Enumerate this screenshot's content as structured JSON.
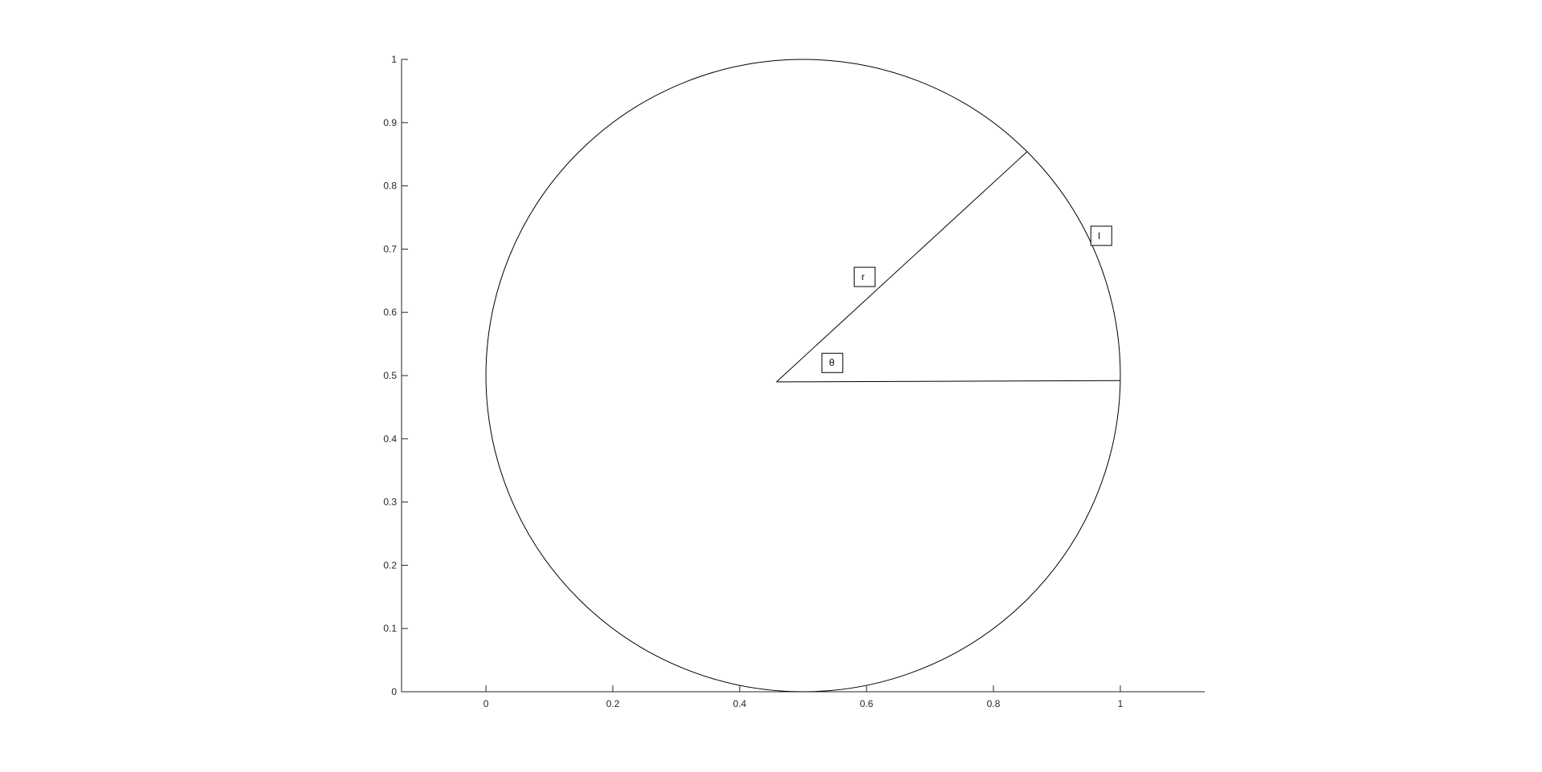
{
  "figure": {
    "x_ticks": [
      "0",
      "0.2",
      "0.4",
      "0.6",
      "0.8",
      "1"
    ],
    "y_ticks": [
      "0",
      "0.1",
      "0.2",
      "0.3",
      "0.4",
      "0.5",
      "0.6",
      "0.7",
      "0.8",
      "0.9",
      "1"
    ],
    "x_range": [
      -0.133,
      1.133
    ],
    "y_range": [
      0,
      1
    ],
    "circle": {
      "center": [
        0.5,
        0.5
      ],
      "radius": 0.5
    },
    "sector_vertex": [
      0.458,
      0.49
    ],
    "radius_end": [
      0.853,
      0.854
    ],
    "baseline_end": [
      1.0,
      0.492
    ],
    "annotations": [
      {
        "label": "r",
        "position": [
          0.597,
          0.656
        ]
      },
      {
        "label": "θ",
        "position": [
          0.546,
          0.52
        ]
      },
      {
        "label": "l",
        "position": [
          0.97,
          0.721
        ]
      }
    ]
  }
}
